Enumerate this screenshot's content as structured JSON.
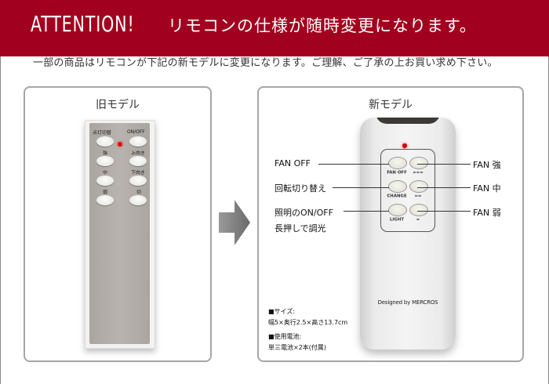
{
  "header": {
    "attention": "ATTENTION!",
    "message": "リモコンの仕様が随時変更になります。",
    "background_color": "#a2001f"
  },
  "subtitle": "一部の商品はリモコンが下記の新モデルに変更になります。ご理解、ご了承の上お買い求め下さい。",
  "old_model": {
    "title": "旧モデル",
    "remote_labels": {
      "top_left": "点灯切替",
      "top_right": "ON/OFF",
      "row2_left": "強",
      "row2_right": "上向き",
      "row3_left": "中",
      "row3_right": "下向き",
      "row4_left": "弱",
      "row4_right": "切"
    }
  },
  "arrow": {
    "icon": "right-arrow-icon"
  },
  "new_model": {
    "title": "新モデル",
    "remote_labels": {
      "fan_off": "FAN OFF",
      "change": "CHANGE",
      "light": "LIGHT",
      "speed_high": "≈≈≈",
      "speed_mid": "≈≈",
      "speed_low": "≈"
    },
    "brand": "Designed by MERCROS",
    "callouts_left": {
      "fan_off": "FAN OFF",
      "rotation": "回転切り替え",
      "light_line1": "照明のON/OFF",
      "light_line2": "長押しで調光"
    },
    "callouts_right": {
      "high": "FAN 強",
      "mid": "FAN 中",
      "low": "FAN 弱"
    },
    "specs": {
      "size_heading": "■サイズ:",
      "size_value": "幅5×奥行2.5×高さ13.7cm",
      "battery_heading": "■使用電池:",
      "battery_value": "単三電池×2本(付属)"
    }
  }
}
